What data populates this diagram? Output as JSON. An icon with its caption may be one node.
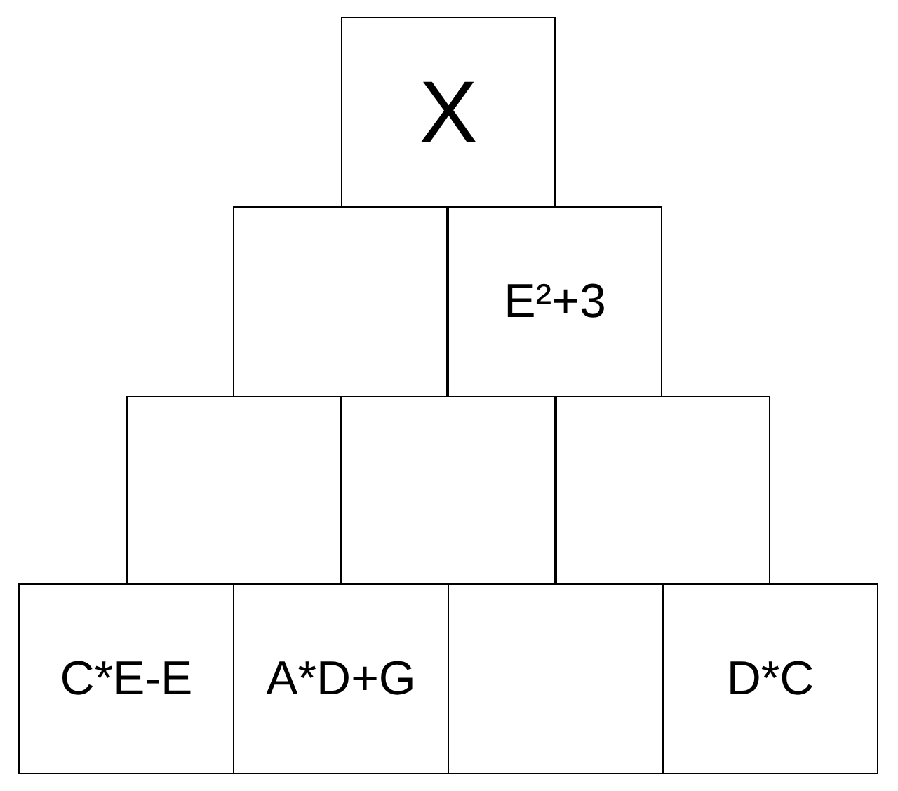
{
  "diagram": {
    "nodes": [
      {
        "text": [
          "X"
        ]
      },
      {
        "text": [],
        "shape": "box"
      },
      {
        "text": [
          "E²+3"
        ]
      },
      {
        "text": [],
        "shape": "box"
      },
      {
        "text": [],
        "shape": "box"
      },
      {
        "text": [],
        "shape": "box"
      },
      {
        "text": [
          "C*E-E"
        ]
      },
      {
        "text": [
          "A*D+G"
        ]
      },
      {
        "text": [],
        "shape": "box"
      },
      {
        "text": [
          "D*C"
        ]
      }
    ]
  }
}
